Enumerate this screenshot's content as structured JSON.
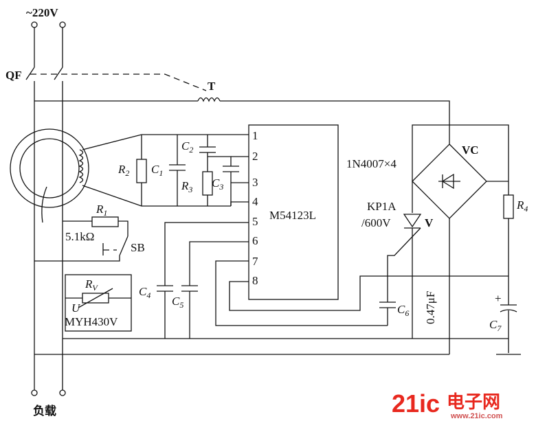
{
  "schematic": {
    "supply_label": "~220V",
    "breaker_label": "QF",
    "transformer_label": "T",
    "ic_label": "M54123L",
    "ic_pins": [
      "1",
      "2",
      "3",
      "4",
      "5",
      "6",
      "7",
      "8"
    ],
    "bridge_label": "VC",
    "diode_label": "1N4007×4",
    "thyristor_part": "KP1A",
    "thyristor_rating": "/600V",
    "thyristor_label": "V",
    "r1_value": "5.1kΩ",
    "switch_label": "SB",
    "varistor_symbol": "U",
    "varistor_part": "MYH430V",
    "c6_value": "0.47μF",
    "load_label": "负载",
    "components": {
      "r1": {
        "letter": "R",
        "sub": "1"
      },
      "r2": {
        "letter": "R",
        "sub": "2"
      },
      "r3": {
        "letter": "R",
        "sub": "3"
      },
      "r4": {
        "letter": "R",
        "sub": "4"
      },
      "rv": {
        "letter": "R",
        "sub": "V"
      },
      "c1": {
        "letter": "C",
        "sub": "1"
      },
      "c2": {
        "letter": "C",
        "sub": "2"
      },
      "c3": {
        "letter": "C",
        "sub": "3"
      },
      "c4": {
        "letter": "C",
        "sub": "4"
      },
      "c5": {
        "letter": "C",
        "sub": "5"
      },
      "c6": {
        "letter": "C",
        "sub": "6"
      },
      "c7": {
        "letter": "C",
        "sub": "7"
      }
    },
    "c7_polarity": "+"
  },
  "watermark": {
    "part1": "21ic",
    "part2": "电子网",
    "url": "www.21ic.com",
    "color_main": "#e8281e"
  }
}
